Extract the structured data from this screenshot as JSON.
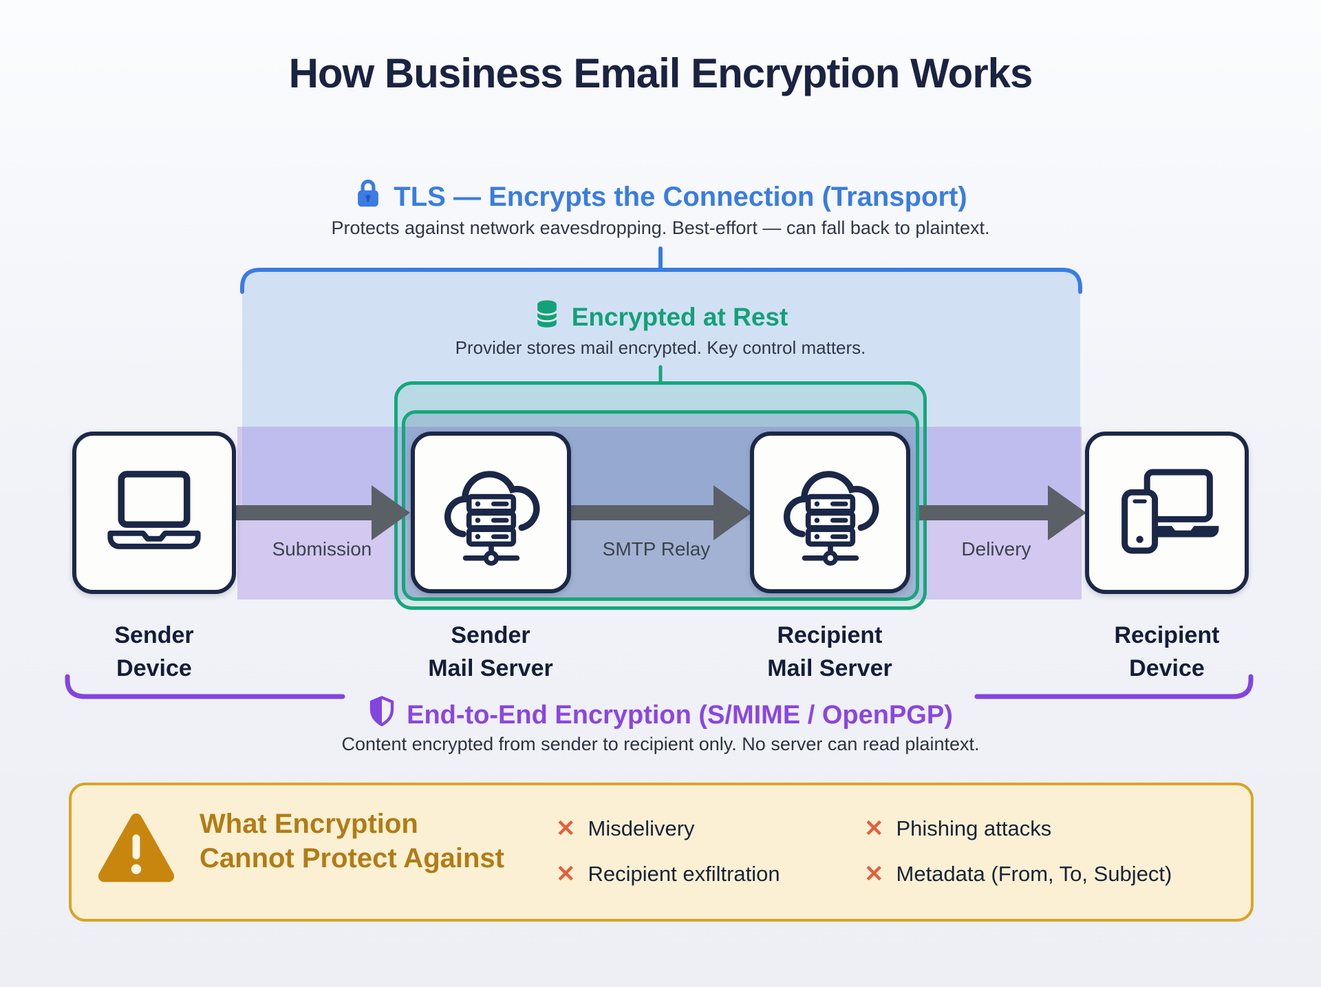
{
  "title": "How Business Email Encryption Works",
  "zones": {
    "tls": {
      "heading": "TLS — Encrypts the Connection (Transport)",
      "subtitle": "Protects against network eavesdropping. Best-effort — can fall back to plaintext.",
      "color": "#3a7ce2"
    },
    "at_rest": {
      "heading": "Encrypted at Rest",
      "subtitle": "Provider stores mail encrypted. Key control matters.",
      "color": "#12a179"
    },
    "e2e": {
      "heading": "End-to-End Encryption (S/MIME / OpenPGP)",
      "subtitle": "Content encrypted from sender to recipient only. No server can read plaintext.",
      "color": "#8a46e2"
    }
  },
  "nodes": [
    {
      "id": "sender-device",
      "label": "Sender\nDevice",
      "icon": "laptop-icon"
    },
    {
      "id": "sender-mail-server",
      "label": "Sender\nMail Server",
      "icon": "cloud-server-icon"
    },
    {
      "id": "recipient-mail-server",
      "label": "Recipient\nMail Server",
      "icon": "cloud-server-icon"
    },
    {
      "id": "recipient-device",
      "label": "Recipient\nDevice",
      "icon": "devices-icon"
    }
  ],
  "flows": [
    {
      "label": "Submission"
    },
    {
      "label": "SMTP Relay"
    },
    {
      "label": "Delivery"
    }
  ],
  "warning": {
    "heading": "What Encryption\nCannot Protect Against",
    "items": [
      "Misdelivery",
      "Recipient exfiltration",
      "Phishing attacks",
      "Metadata (From, To, Subject)"
    ],
    "x_glyph": "✕",
    "x_color": "#e2603c",
    "border_color": "#d9a426",
    "fill_color": "#fbf0d4"
  }
}
